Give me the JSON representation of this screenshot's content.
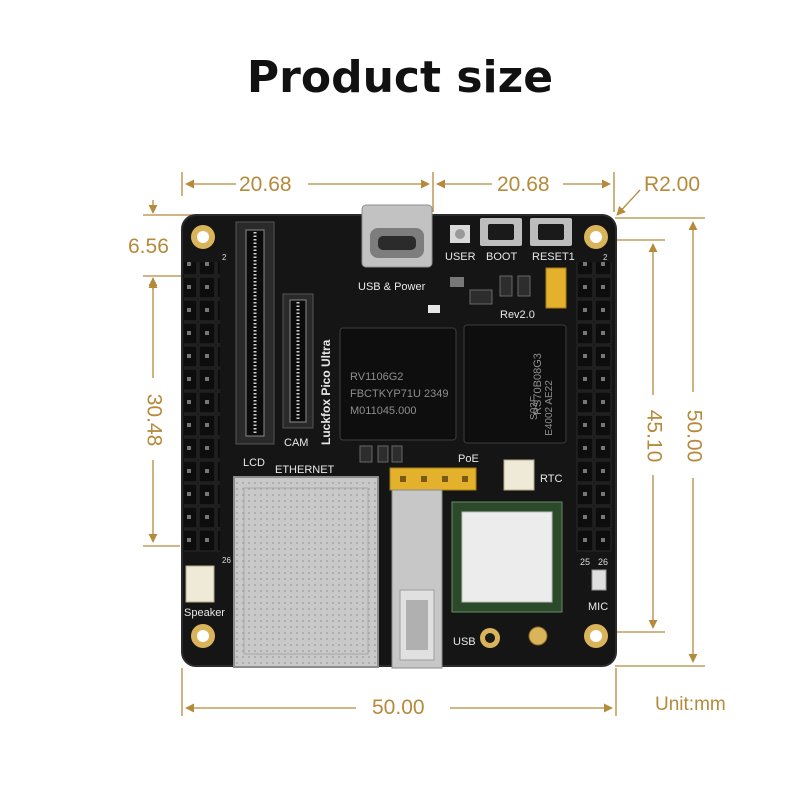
{
  "title": "Product size",
  "dimensions": {
    "top_left": "20.68",
    "top_right": "20.68",
    "corner_radius": "R2.00",
    "hole_offset": "6.56",
    "left_height": "30.48",
    "right_inner": "45.10",
    "right_outer": "50.00",
    "bottom_width": "50.00",
    "unit": "Unit:mm"
  },
  "board": {
    "usb_power": "USB & Power",
    "user": "USER",
    "boot": "BOOT",
    "reset": "RESET1",
    "rev": "Rev2.0",
    "name": "Luckfox Pico Ultra",
    "lcd": "LCD",
    "cam": "CAM",
    "ethernet": "ETHERNET",
    "poe": "PoE",
    "rtc": "RTC",
    "speaker": "Speaker",
    "mic": "MIC",
    "usb": "USB",
    "pin_2_left": "2",
    "pin_26_left": "26",
    "pin_2_right": "2",
    "pin_25": "25",
    "pin_26_right": "26",
    "chip1_line1": "RV1106G2",
    "chip1_line2": "FBCTKYP71U 2349",
    "chip1_line3": "M011045.000",
    "chip2_line1": "RS70B08G3",
    "chip2_line2": "S03F",
    "chip2_line3": "E4002 AE22"
  },
  "colors": {
    "dimension": "#b58a3a",
    "board": "#151515",
    "gold": "#d9b45a"
  }
}
